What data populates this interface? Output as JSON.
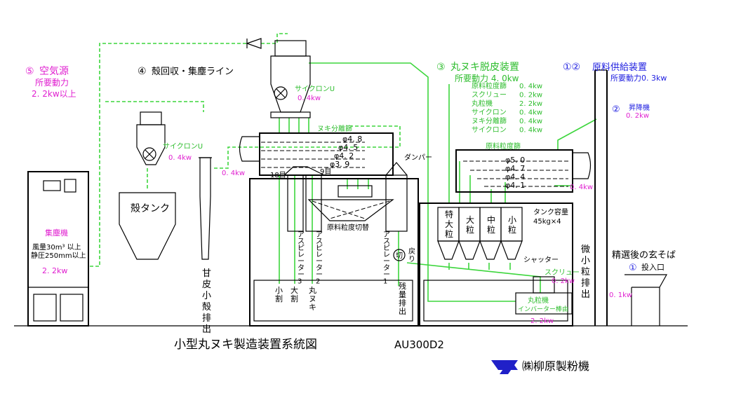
{
  "title": "小型丸ヌキ製造装置系統図",
  "model": "AU300D2",
  "company": "㈱柳原製粉機",
  "sections": {
    "air_source": {
      "num": "⑤",
      "label": "空気源",
      "power_label": "所要動力",
      "power": "2. 2kw以上"
    },
    "shell_recovery": {
      "num": "④",
      "label": "殻回収・集塵ライン"
    },
    "hulling": {
      "num": "③",
      "label": "丸ヌキ脱皮装置",
      "power": "所要動力 4. 0kw",
      "items": [
        {
          "name": "原料粒度篩",
          "kw": "0. 4kw"
        },
        {
          "name": "スクリュー",
          "kw": "0. 2kw"
        },
        {
          "name": "丸粒機",
          "kw": "2. 2kw"
        },
        {
          "name": "サイクロン",
          "kw": "0. 4kw"
        },
        {
          "name": "ヌキ分離篩",
          "kw": "0. 4kw"
        },
        {
          "name": "サイクロン",
          "kw": "0. 4kw"
        }
      ]
    },
    "supply": {
      "num": "①②",
      "label": "原料供給装置",
      "power": "所要動力0. 3kw"
    }
  },
  "labels": {
    "cyclone_top": "サイクロンU",
    "cyclone_top_kw": "0. 4kw",
    "cyclone_left": "サイクロンU",
    "cyclone_left_kw": "0. 4kw",
    "mid_kw": "0. 4kw",
    "shell_tank": "殻タンク",
    "dust_collector": "集塵機",
    "airflow": "風量30m³ 以上",
    "static_pressure": "静圧250mm以上",
    "dust_kw": "2. 2kw",
    "bran_out": "甘皮小殻排出",
    "sieve_nuki": "ヌキ分離篩",
    "sieve_sizes": [
      "φ4. 8",
      "φ4. 5",
      "φ4. 2",
      "φ3. 9"
    ],
    "mesh18": "18目",
    "mesh9": "9目",
    "damper": "ダンパー",
    "switch_label": "原料粒度切替",
    "aspirators": [
      "アスピレーター3",
      "アスピレーター2",
      "アスピレーター1"
    ],
    "outputs": [
      "小割",
      "大割",
      "丸ヌキ"
    ],
    "residue": "残量排出",
    "return_circle": "切",
    "return_label": "戻り",
    "raw_sieve": "原料粒度篩",
    "raw_sizes": [
      "φ5. 0",
      "φ4. 7",
      "φ4. 4",
      "φ4. 1"
    ],
    "raw_kw": "0. 4kw",
    "tank_capacity": "タンク容量",
    "tank_size": "45kg×4",
    "grades": [
      "特大粒",
      "大粒",
      "中粒",
      "小粒"
    ],
    "shutter": "シャッター",
    "screw": "スクリュー",
    "screw_kw": "0. 2kw",
    "hulling_machine": "丸粒機",
    "inverter": "インバーター棒由",
    "hull_kw": "2. 2kw",
    "fine_out": "微小粒排出",
    "elevator_num": "②",
    "elevator": "昇降機",
    "elevator_kw": "0. 2kw",
    "selected": "精選後の玄そば",
    "inlet_num": "①",
    "inlet": "投入口",
    "inlet_kw": "0. 1kw"
  },
  "colors": {
    "line": "#000000",
    "green": "#3dd63d",
    "magenta": "#e020d0",
    "blue": "#2020e0",
    "logo": "#2020c8"
  }
}
